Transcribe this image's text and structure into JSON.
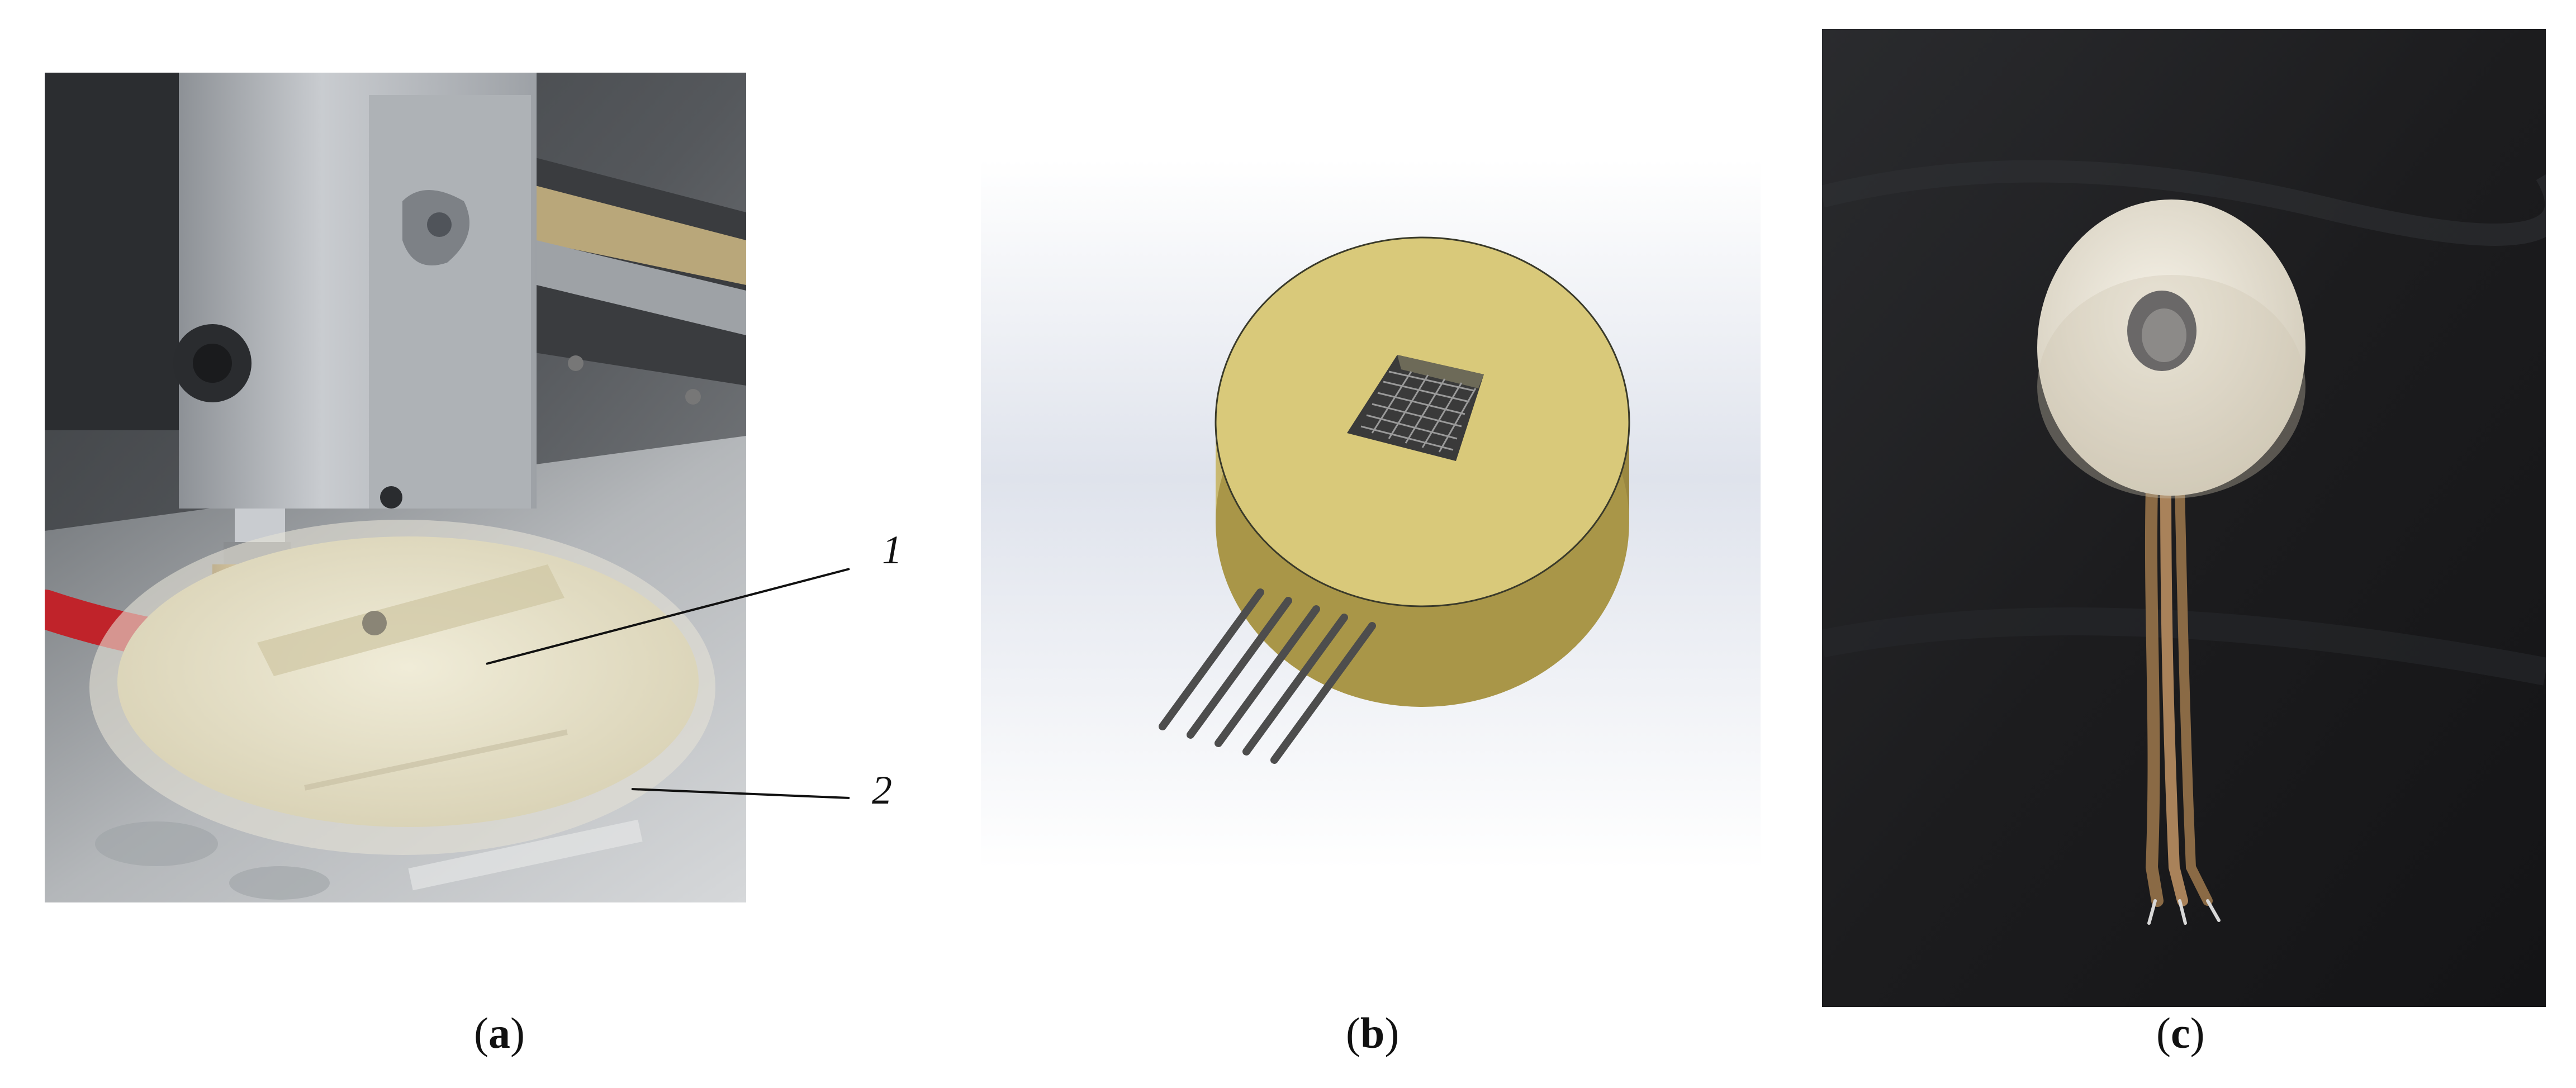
{
  "callouts": {
    "label_1": "1",
    "label_2": "2"
  },
  "captions": {
    "a": {
      "open": "(",
      "letter": "a",
      "close": ")"
    },
    "b": {
      "open": "(",
      "letter": "b",
      "close": ")"
    },
    "c": {
      "open": "(",
      "letter": "c",
      "close": ")"
    }
  },
  "colors": {
    "disc_yellow": "#d9c97a",
    "disc_side": "#b9a657",
    "pin_gray": "#555555",
    "wire_red": "#c0232a",
    "photo_dark": "#1c1c1e",
    "donut_white": "#ece7dc"
  },
  "icons": {
    "panel_a": "3d-printer-nozzle-photo",
    "panel_b": "sensor-cad-model",
    "panel_c": "printed-sensor-photo"
  }
}
